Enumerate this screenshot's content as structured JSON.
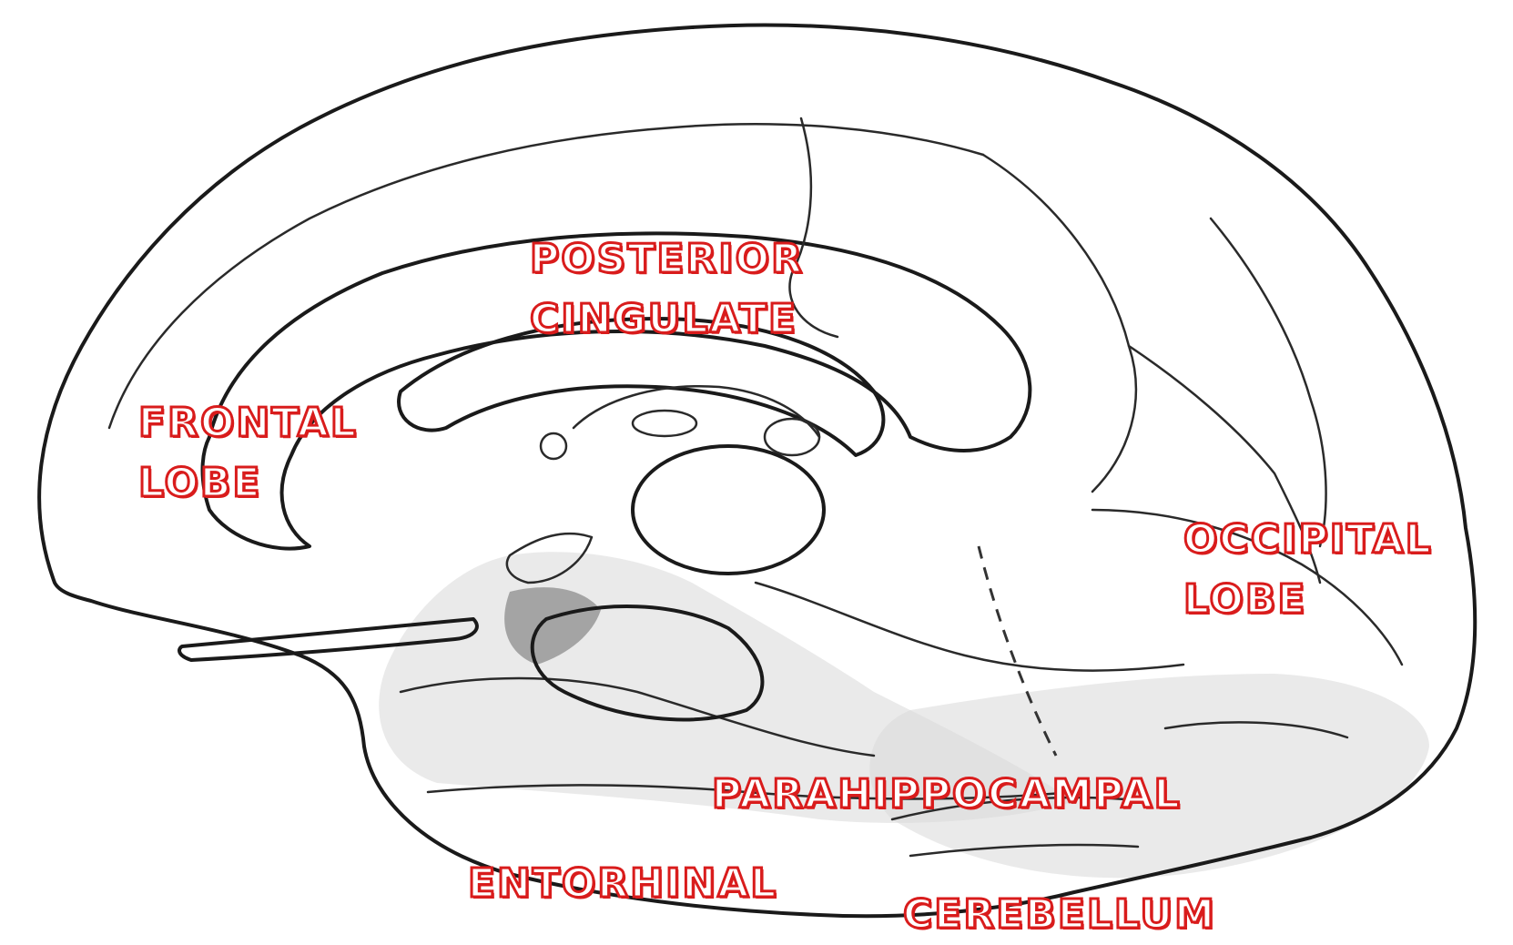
{
  "labels": {
    "posterior_cingulate": [
      "POSTERIOR",
      "CINGULATE"
    ],
    "frontal_lobe": [
      "FRONTAL",
      "LOBE"
    ],
    "occipital_lobe": [
      "OCCIPITAL",
      "LOBE"
    ],
    "parahippocampal": "PARAHIPPOCAMPAL",
    "entorhinal": "ENTORHINAL",
    "cerebellum": "CEREBELLUM"
  },
  "colors": {
    "label_outline": "#d91c1c",
    "drawing_ink": "#1a1a1a",
    "background": "#ffffff"
  }
}
